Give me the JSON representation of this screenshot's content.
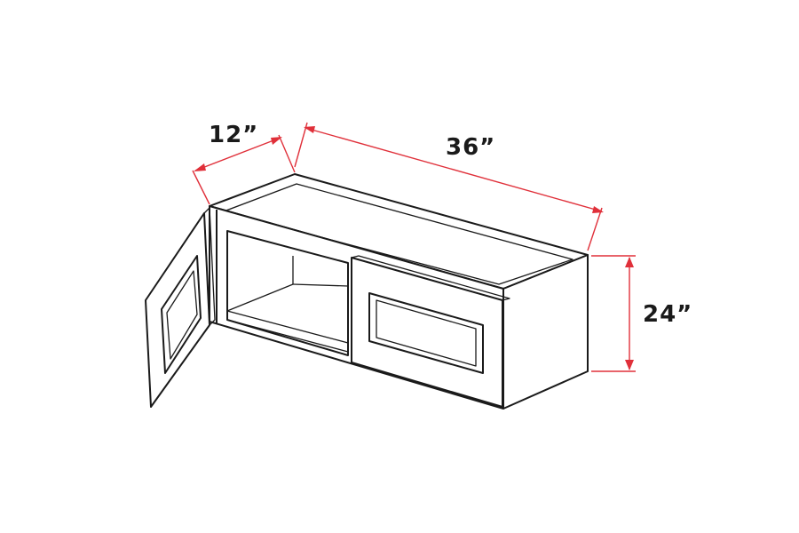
{
  "dimensions": {
    "depth": {
      "label": "12”"
    },
    "width": {
      "label": "36”"
    },
    "height": {
      "label": "24”"
    }
  },
  "colors": {
    "dimension_line": "#e0303a",
    "outline": "#1a1a1a",
    "background": "#ffffff"
  }
}
